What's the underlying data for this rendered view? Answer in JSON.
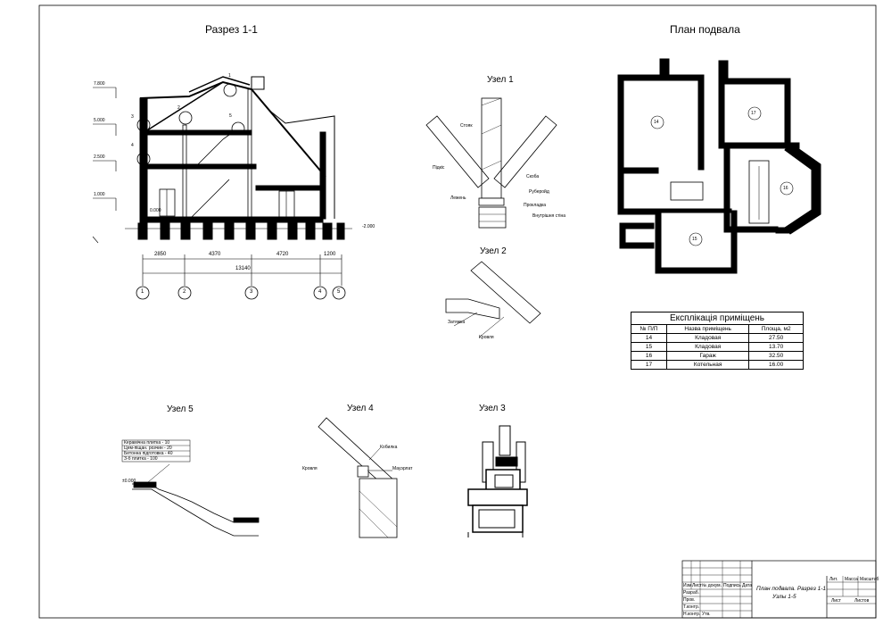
{
  "titles": {
    "section": "Разрез 1-1",
    "basement_plan": "План подвала",
    "node1": "Узел 1",
    "node2": "Узел 2",
    "node3": "Узел 3",
    "node4": "Узел 4",
    "node5": "Узел 5"
  },
  "section": {
    "levels": [
      "7.800",
      "5.000",
      "2.500",
      "1.000"
    ],
    "level_zero": "0.000",
    "level_ground": "-2.000",
    "dims": [
      "2850",
      "4370",
      "4720",
      "1200"
    ],
    "total_dim": "13140",
    "axes": [
      "1",
      "2",
      "3",
      "4",
      "5"
    ],
    "callouts": [
      "1",
      "2",
      "3",
      "4",
      "5"
    ]
  },
  "node1": {
    "labels": [
      "Стояк",
      "Підкіс",
      "Лежень",
      "Скоба",
      "Руберойд",
      "Прокладка",
      "Внутрішня стіна"
    ]
  },
  "node2": {
    "labels": [
      "Затяжка",
      "Кровля"
    ]
  },
  "node4": {
    "labels": [
      "Кобилка",
      "Кровля",
      "Мауэрлат"
    ]
  },
  "node5": {
    "layers": [
      "Керамічна плитка - 10",
      "Цем-піщан. розчин - 20",
      "Бетонна підготовка - 40",
      "З-б плитка - 100"
    ],
    "mark": "±0.000"
  },
  "plan": {
    "rooms": [
      "14",
      "15",
      "16",
      "17"
    ]
  },
  "explication": {
    "title": "Експлікація приміщень",
    "headers": [
      "№ П/П",
      "Назва приміщень",
      "Площа, м2"
    ],
    "rows": [
      [
        "14",
        "Кладовая",
        "27.50"
      ],
      [
        "15",
        "Кладовая",
        "13.70"
      ],
      [
        "16",
        "Гараж",
        "32.50"
      ],
      [
        "17",
        "Котельная",
        "16.00"
      ]
    ]
  },
  "stamp": {
    "title_line1": "План подвала. Разрез 1-1",
    "title_line2": "Узлы 1-5",
    "col_stage": "Лит.",
    "col_mass": "Масса",
    "col_scale": "Масштаб",
    "sheet": "Лист",
    "sheets": "Листов",
    "rows": [
      "Изм.",
      "Лист",
      "№ докум.",
      "Подпись",
      "Дата",
      "Разраб.",
      "Пров.",
      "Т.контр.",
      "Н.контр.",
      "Утв."
    ]
  }
}
